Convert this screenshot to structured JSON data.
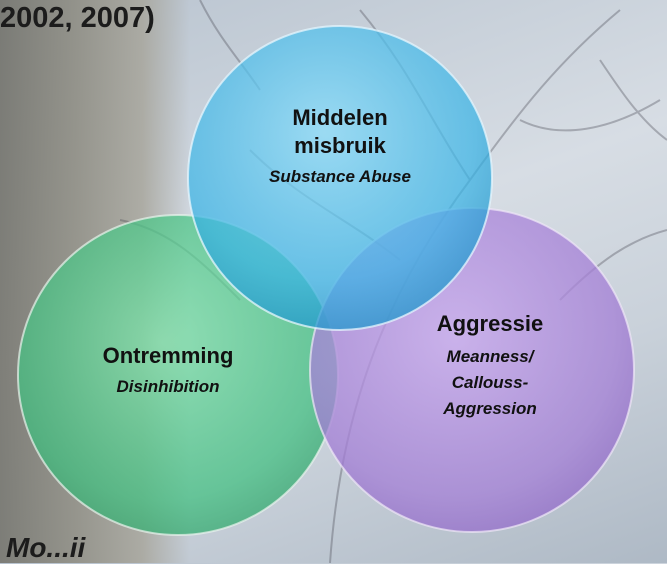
{
  "header": {
    "text": "2002, 2007)"
  },
  "footer": {
    "text": "Mo...ii"
  },
  "venn": {
    "substance": {
      "title_line1": "Middelen",
      "title_line2": "misbruik",
      "subtitle": "Substance Abuse",
      "color": "#3ab4e6"
    },
    "disinhibition": {
      "title": "Ontremming",
      "subtitle": "Disinhibition",
      "color": "#3fbf7f"
    },
    "meanness": {
      "title": "Aggressie",
      "subtitle_line1": "Meanness/",
      "subtitle_line2": "Callouss-",
      "subtitle_line3": "Aggression",
      "color": "#a47fd6"
    }
  }
}
